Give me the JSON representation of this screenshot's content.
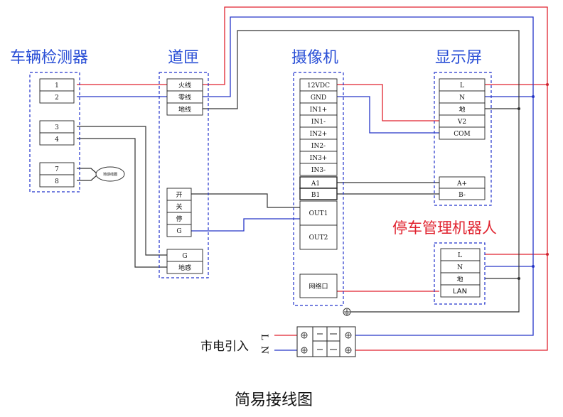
{
  "titles": {
    "detector": "车辆检测器",
    "gate": "道匣",
    "camera": "摄像机",
    "display": "显示屏",
    "robot": "停车管理机器人",
    "mains": "市电引入",
    "caption": "简易接线图"
  },
  "detector": {
    "terminals": [
      "1",
      "2",
      "3",
      "4",
      "7",
      "8"
    ],
    "coil_label": "地感线圈"
  },
  "gate": {
    "power_terminals": [
      "火线",
      "零线",
      "地线"
    ],
    "control_terminals": [
      "开",
      "关",
      "停",
      "G"
    ],
    "loop_terminals": [
      "G",
      "地感"
    ]
  },
  "camera": {
    "terminals": [
      "12VDC",
      "GND",
      "IN1+",
      "IN1-",
      "IN2+",
      "IN2-",
      "IN3+",
      "IN3-",
      "A1",
      "B1",
      "OUT1",
      "OUT2"
    ],
    "network_port": "网络口"
  },
  "display": {
    "terminals": [
      "L",
      "N",
      "地",
      "V2",
      "COM",
      "A+",
      "B-"
    ]
  },
  "robot": {
    "terminals": [
      "L",
      "N",
      "地",
      "LAN"
    ]
  },
  "mains": {
    "letters": [
      "L",
      "N"
    ]
  },
  "colors": {
    "box_dash": "#2233cc",
    "title": "#2a4fd6",
    "robot_title": "#e0222e",
    "wire_red": "#e0222e",
    "wire_blue": "#2636c8",
    "wire_black": "#333333"
  }
}
